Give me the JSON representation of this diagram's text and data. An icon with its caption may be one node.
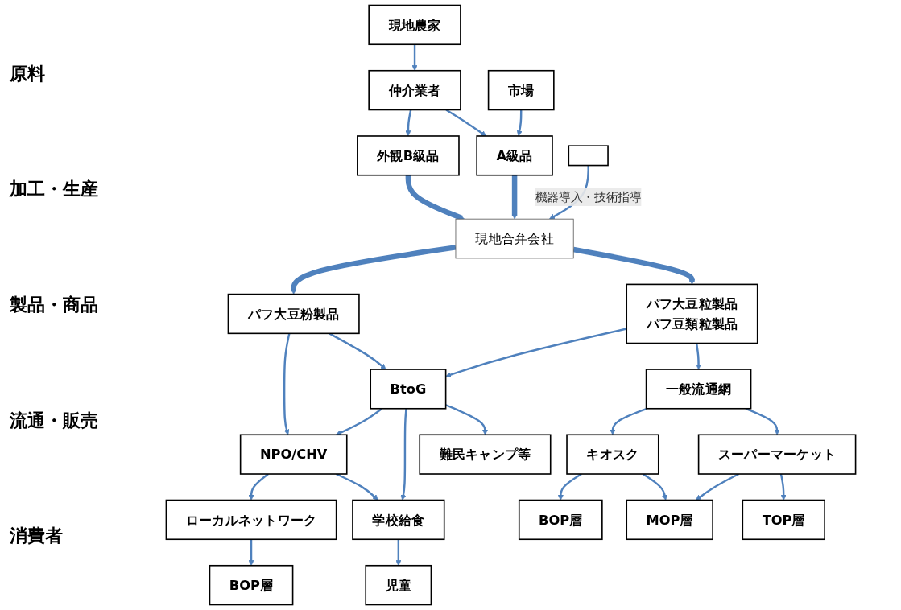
{
  "diagram": {
    "nodes": [
      {
        "text": [
          "現地農家"
        ]
      },
      {
        "text": [
          "仲介業者"
        ]
      },
      {
        "text": [
          "市場"
        ]
      },
      {
        "text": [
          "外観B級品"
        ]
      },
      {
        "text": [
          "A級品"
        ]
      },
      {
        "text": [
          "現地合弁会社"
        ]
      },
      {
        "text": [],
        "shape": "box"
      },
      {
        "text": [
          "パフ大豆粉製品"
        ]
      },
      {
        "text": [
          "パフ大豆粒製品",
          "パフ豆類粒製品"
        ]
      },
      {
        "text": [
          "NPO/CHV"
        ]
      },
      {
        "text": [
          "BtoG"
        ]
      },
      {
        "text": [
          "一般流通網"
        ]
      },
      {
        "text": [
          "ローカルネットワーク"
        ]
      },
      {
        "text": [
          "学校給食"
        ]
      },
      {
        "text": [
          "キオスク"
        ]
      },
      {
        "text": [
          "スーパーマーケット"
        ]
      },
      {
        "text": [
          "BOP層"
        ]
      },
      {
        "text": [
          "児童"
        ]
      },
      {
        "text": [
          "難民キャンプ等"
        ]
      },
      {
        "text": [
          "BOP層"
        ]
      },
      {
        "text": [
          "MOP層"
        ]
      },
      {
        "text": [
          "TOP層"
        ]
      }
    ],
    "edges": [
      {
        "from": 0,
        "to": 1,
        "arrow": "to"
      },
      {
        "from": 1,
        "to": 3,
        "arrow": "to"
      },
      {
        "from": 1,
        "to": 4,
        "arrow": "to"
      },
      {
        "from": 2,
        "to": 4,
        "arrow": "to"
      },
      {
        "from": 3,
        "to": 5,
        "arrow": "to",
        "style": "thick"
      },
      {
        "from": 4,
        "to": 5,
        "arrow": "to",
        "style": "thick"
      },
      {
        "from": 6,
        "to": 5,
        "arrow": "to",
        "label": "機器導入・技術指導"
      },
      {
        "from": 5,
        "to": 7,
        "arrow": "to",
        "style": "thick"
      },
      {
        "from": 5,
        "to": 8,
        "arrow": "to",
        "style": "thick"
      },
      {
        "from": 7,
        "to": 9,
        "arrow": "to"
      },
      {
        "from": 7,
        "to": 10,
        "arrow": "to"
      },
      {
        "from": 8,
        "to": 10,
        "arrow": "to"
      },
      {
        "from": 8,
        "to": 11,
        "arrow": "to"
      },
      {
        "from": 10,
        "to": 9,
        "arrow": "to"
      },
      {
        "from": 9,
        "to": 12,
        "arrow": "to"
      },
      {
        "from": 9,
        "to": 13,
        "arrow": "to"
      },
      {
        "from": 10,
        "to": 13,
        "arrow": "to"
      },
      {
        "from": 10,
        "to": 18,
        "arrow": "to"
      },
      {
        "from": 11,
        "to": 14,
        "arrow": "to"
      },
      {
        "from": 11,
        "to": 15,
        "arrow": "to"
      },
      {
        "from": 12,
        "to": 16,
        "arrow": "to"
      },
      {
        "from": 13,
        "to": 17,
        "arrow": "to"
      },
      {
        "from": 14,
        "to": 19,
        "arrow": "to"
      },
      {
        "from": 14,
        "to": 20,
        "arrow": "to"
      },
      {
        "from": 15,
        "to": 20,
        "arrow": "to"
      },
      {
        "from": 15,
        "to": 21,
        "arrow": "to"
      }
    ],
    "labels": [
      "原料",
      "加工・生産",
      "製品・商品",
      "流通・販売",
      "消費者"
    ]
  }
}
